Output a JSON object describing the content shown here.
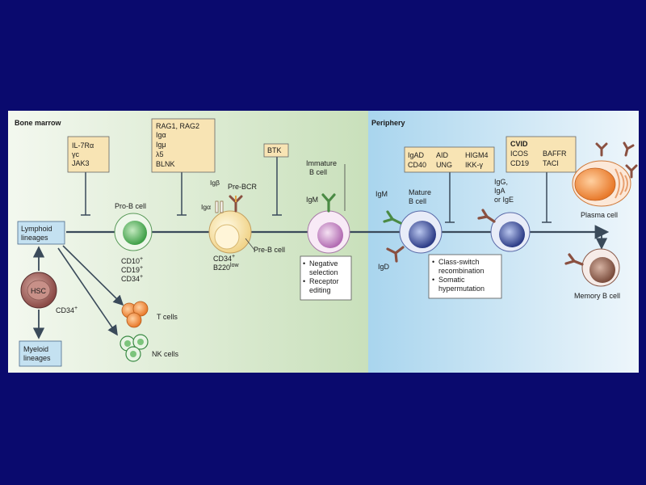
{
  "regions": {
    "bone_marrow": "Bone marrow",
    "periphery": "Periphery"
  },
  "boxes": {
    "il7": [
      "IL-7Rα",
      "γc",
      "JAK3"
    ],
    "rag": [
      "RAG1, RAG2",
      "Igα",
      "Igμ",
      "λ5",
      "BLNK"
    ],
    "btk": "BTK",
    "igad": [
      "IgAD",
      "CD40"
    ],
    "aid": [
      "AID",
      "UNG"
    ],
    "higm": [
      "HIGM4",
      "IKK-γ"
    ],
    "cvid": {
      "title": "CVID",
      "col1": [
        "ICOS",
        "CD19"
      ],
      "col2": [
        "BAFFR",
        "TACI"
      ]
    }
  },
  "cells": {
    "lymphoid": [
      "Lymphoid",
      "lineages"
    ],
    "myeloid": [
      "Myeloid",
      "lineages"
    ],
    "hsc": "HSC",
    "hsc_marker": "CD34",
    "hsc_marker_sup": "+",
    "pro_b": "Pro-B cell",
    "pro_b_markers": [
      {
        "text": "CD10",
        "sup": "+"
      },
      {
        "text": "CD19",
        "sup": "+"
      },
      {
        "text": "CD34",
        "sup": "+"
      }
    ],
    "igb": "Igβ",
    "iga": "Igα",
    "pre_bcr": "Pre-BCR",
    "pre_b": "Pre-B cell",
    "pre_b_markers": [
      {
        "text": "CD34",
        "sup": "+"
      },
      {
        "text": "B220",
        "sup": "low"
      }
    ],
    "immature": [
      "Immature",
      "B cell"
    ],
    "igm": "IgM",
    "mature": [
      "Mature",
      "B cell"
    ],
    "igd": "IgD",
    "switched": [
      "IgG,",
      "IgA",
      "or IgE"
    ],
    "plasma": "Plasma cell",
    "memory": "Memory B cell",
    "t_cells": "T cells",
    "nk_cells": "NK cells"
  },
  "notes": {
    "immature": [
      "Negative",
      "selection",
      "Receptor",
      "editing"
    ],
    "mature": [
      "Class-switch",
      "recombination",
      "Somatic",
      "hypermutation"
    ]
  },
  "colors": {
    "background": "#0a0a6e",
    "bone_marrow_fill": "#cfe3c2",
    "periphery_fill": "#b6dcef",
    "defect_box_fill": "#f8e4b4",
    "lineage_box_fill": "#c4e1f1"
  }
}
